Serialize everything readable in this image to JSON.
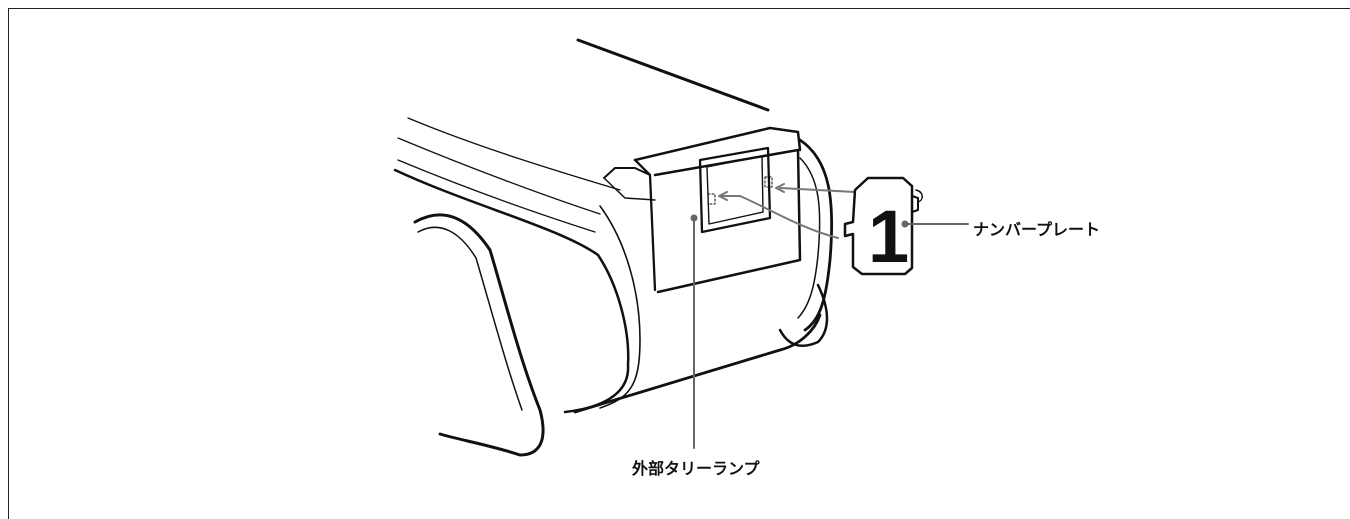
{
  "labels": {
    "number_plate": "ナンバープレート",
    "external_tally_lamp": "外部タリーランプ"
  },
  "plate_digit": "1",
  "colors": {
    "line": "#111111",
    "leader": "#666666",
    "background": "#ffffff"
  }
}
